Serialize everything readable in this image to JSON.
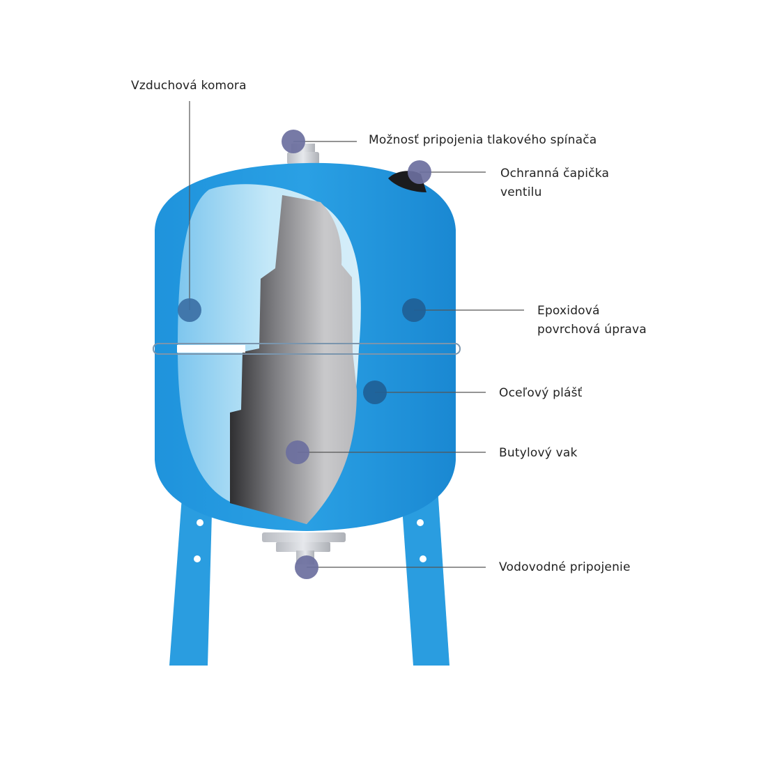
{
  "colors": {
    "tank_blue": "#1e95dd",
    "tank_blue_dark": "#1280c6",
    "window_light": "#a9dcf5",
    "bag_light": "#c7c7c9",
    "bag_dark": "#3a3a3c",
    "marker": "#6b6f9e",
    "marker_on_blue": "#1f5f96",
    "leader_line": "#555555"
  },
  "labels": {
    "air_chamber": "Vzduchová komora",
    "pressure_switch": "Možnosť pripojenia tlakového spínača",
    "valve_cap_line1": "Ochranná čapička",
    "valve_cap_line2": "ventilu",
    "epoxy_line1": "Epoxidová",
    "epoxy_line2": "povrchová úprava",
    "steel_shell": "Oceľový plášť",
    "butyl_bag": "Butylový vak",
    "water_connection": "Vodovodné pripojenie"
  }
}
